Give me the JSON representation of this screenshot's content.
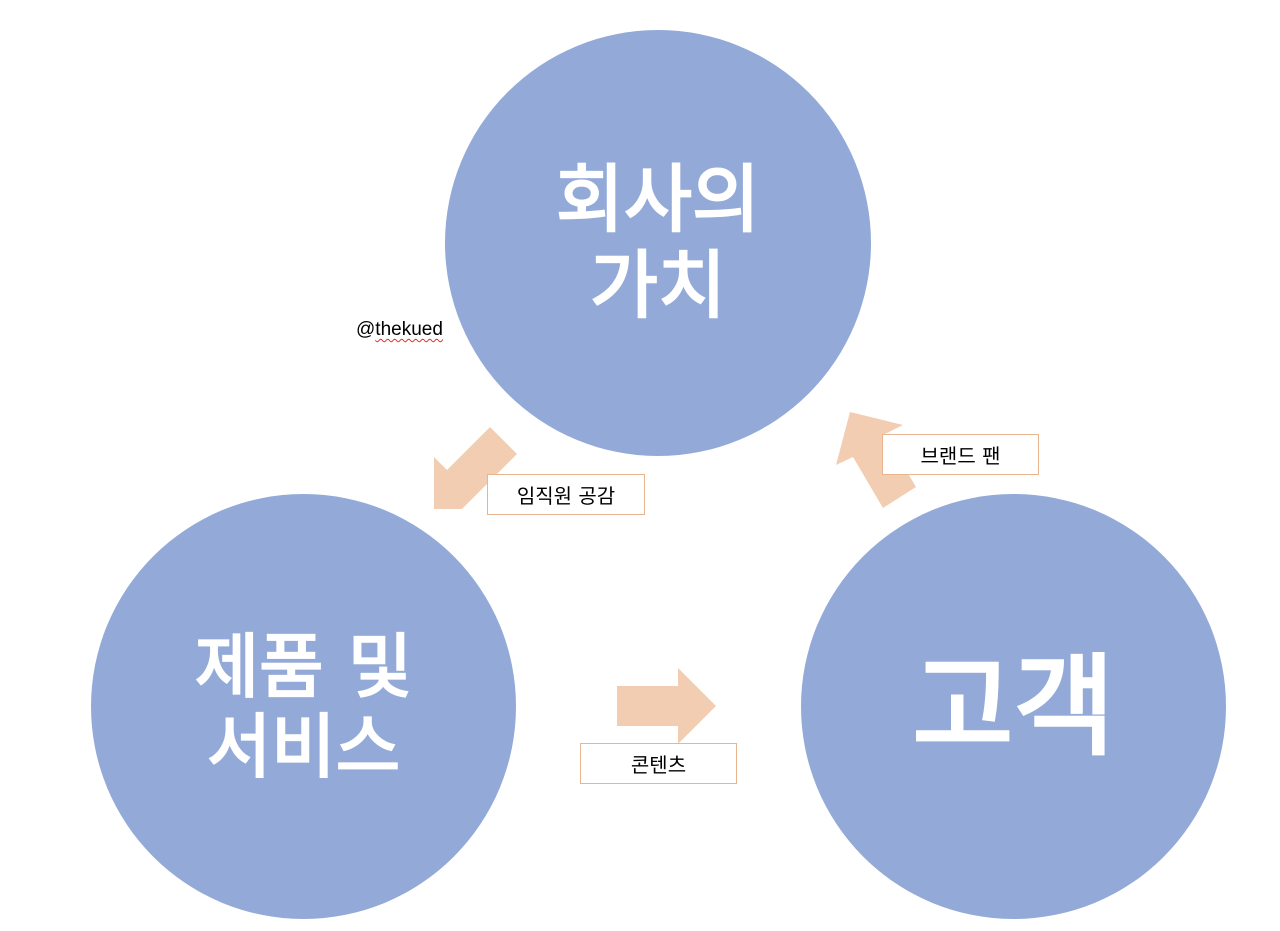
{
  "colors": {
    "circle_fill": "#93aad8",
    "arrow_fill": "#f2cdb1",
    "label_border": "#e8b58e",
    "circle_text": "#ffffff"
  },
  "nodes": {
    "company_value": {
      "line1": "회사의",
      "line2": "가치"
    },
    "product_service": {
      "line1": "제품 및",
      "line2": "서비스"
    },
    "customer": {
      "line1": "고객"
    }
  },
  "edges": {
    "employee_empathy": "임직원 공감",
    "content": "콘텐츠",
    "brand_fan": "브랜드 팬"
  },
  "watermark": {
    "at": "@",
    "handle": "thekued"
  }
}
